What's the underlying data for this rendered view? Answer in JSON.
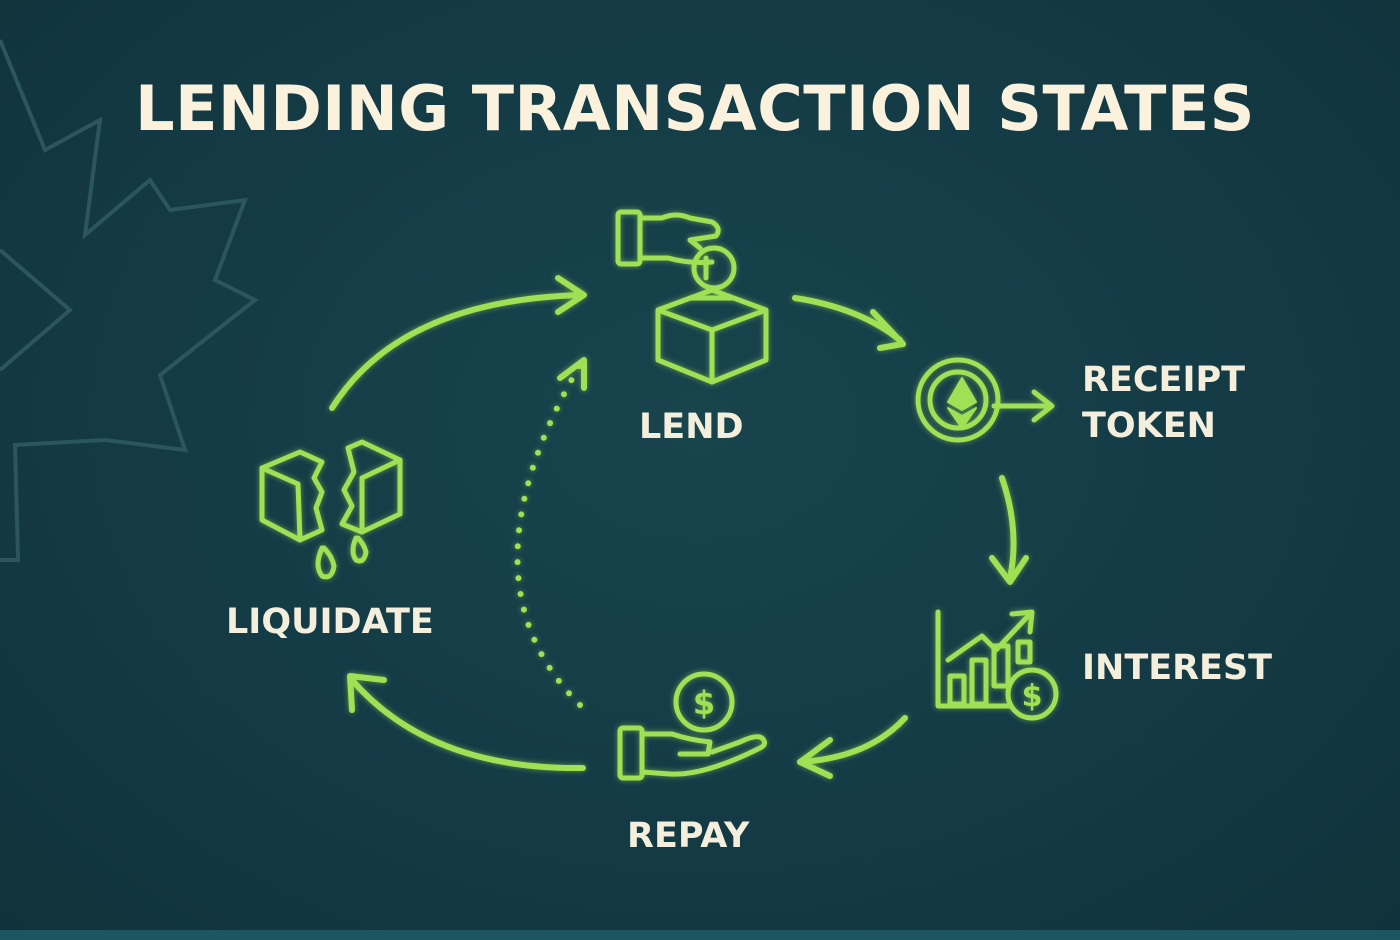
{
  "title": "LENDING TRANSACTION STATES",
  "colors": {
    "background": "#143b45",
    "accent": "#9fe055",
    "text": "#f4eedc",
    "watermark": "#2b5660"
  },
  "nodes": {
    "lend": {
      "label": "LEND",
      "icon": "hand-coin-box-icon"
    },
    "receipt_token": {
      "label_line1": "RECEIPT",
      "label_line2": "TOKEN",
      "icon": "ethereum-token-icon"
    },
    "interest": {
      "label": "INTEREST",
      "icon": "bar-chart-dollar-icon"
    },
    "repay": {
      "label": "REPAY",
      "icon": "hand-dollar-icon"
    },
    "liquidate": {
      "label": "LIQUIDATE",
      "icon": "broken-box-icon"
    }
  },
  "edges": [
    {
      "from": "lend",
      "to": "receipt_token",
      "style": "solid"
    },
    {
      "from": "receipt_token",
      "to": "interest",
      "style": "solid"
    },
    {
      "from": "interest",
      "to": "repay",
      "style": "solid"
    },
    {
      "from": "repay",
      "to": "liquidate",
      "style": "solid"
    },
    {
      "from": "liquidate",
      "to": "lend",
      "style": "solid"
    },
    {
      "from": "repay",
      "to": "lend",
      "style": "dotted"
    }
  ]
}
